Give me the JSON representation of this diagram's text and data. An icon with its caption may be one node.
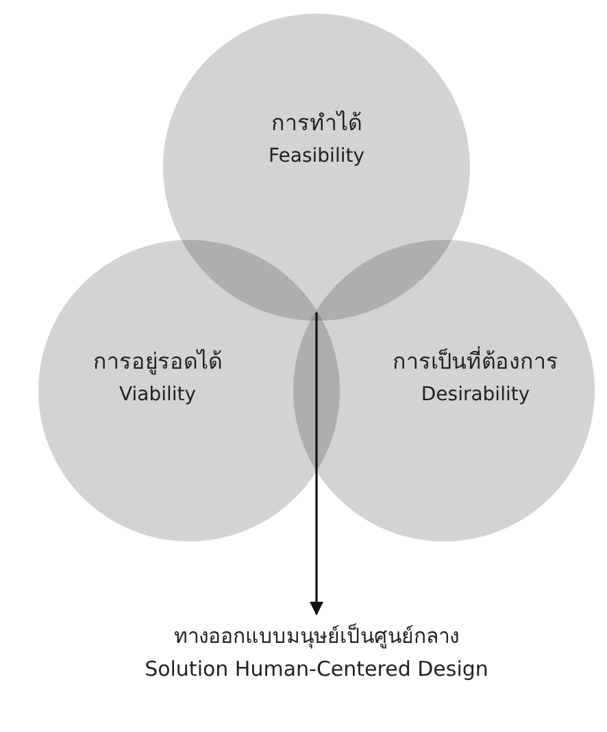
{
  "diagram": {
    "nodes": [
      {
        "text": [
          "การทำได้",
          "Feasibility"
        ]
      },
      {
        "text": [
          "การอยู่รอดได้",
          "Viability"
        ]
      },
      {
        "text": [
          "การเป็นที่ต้องการ",
          "Desirability"
        ]
      },
      {
        "text": [
          "ทางออกแบบมนุษย์เป็นศูนย์กลาง",
          "Solution Human-Centered Design"
        ]
      }
    ],
    "edges": [
      {
        "from": 0,
        "to": 3,
        "arrow": "to"
      },
      {
        "from": 1,
        "to": 3,
        "arrow": "to"
      },
      {
        "from": 2,
        "to": 3,
        "arrow": "to"
      }
    ]
  }
}
